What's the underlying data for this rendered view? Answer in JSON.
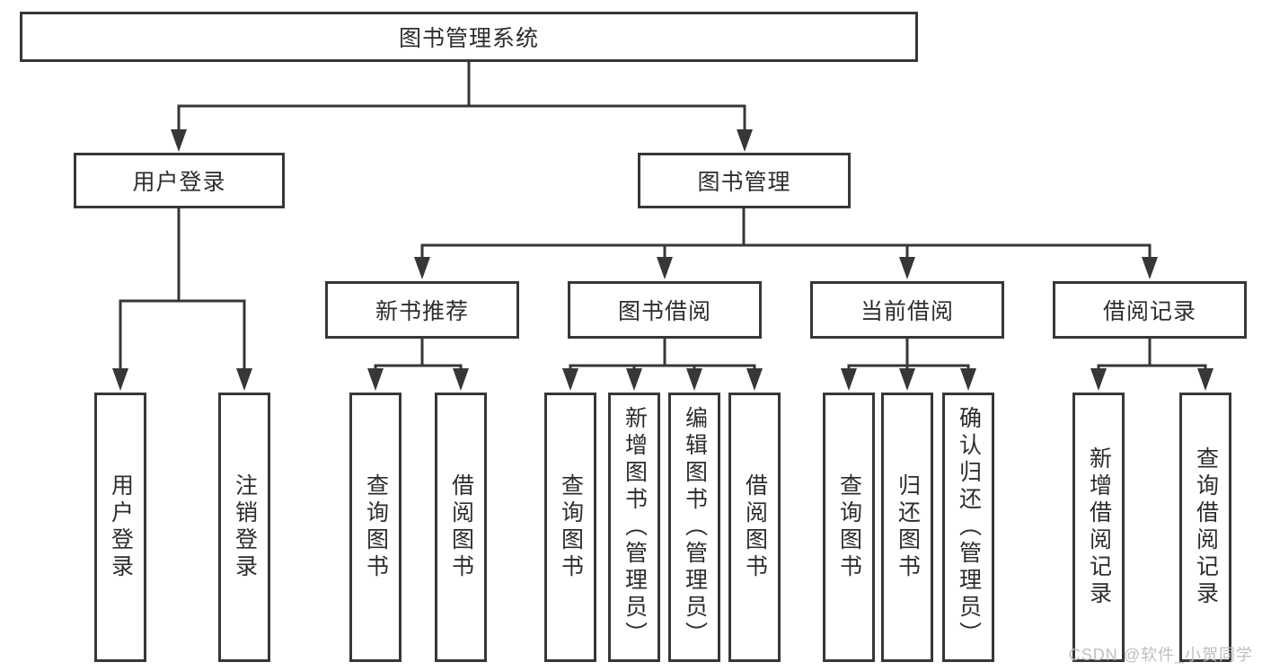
{
  "diagram": {
    "title": "图书管理系统",
    "branches": [
      {
        "label": "用户登录",
        "children": [
          "用户登录",
          "注销登录"
        ]
      },
      {
        "label": "图书管理",
        "sections": [
          {
            "label": "新书推荐",
            "children": [
              "查询图书",
              "借阅图书"
            ]
          },
          {
            "label": "图书借阅",
            "children": [
              "查询图书",
              "新增图书（管理员）",
              "编辑图书（管理员）",
              "借阅图书"
            ]
          },
          {
            "label": "当前借阅",
            "children": [
              "查询图书",
              "归还图书",
              "确认归还（管理员）"
            ]
          },
          {
            "label": "借阅记录",
            "children": [
              "新增借阅记录",
              "查询借阅记录"
            ]
          }
        ]
      }
    ],
    "colors": {
      "line": "#373737",
      "text": "#2d2d2d",
      "watermark": "#bcbcbc"
    }
  },
  "watermark": {
    "text": "CSDN @软件_小贺同学"
  }
}
